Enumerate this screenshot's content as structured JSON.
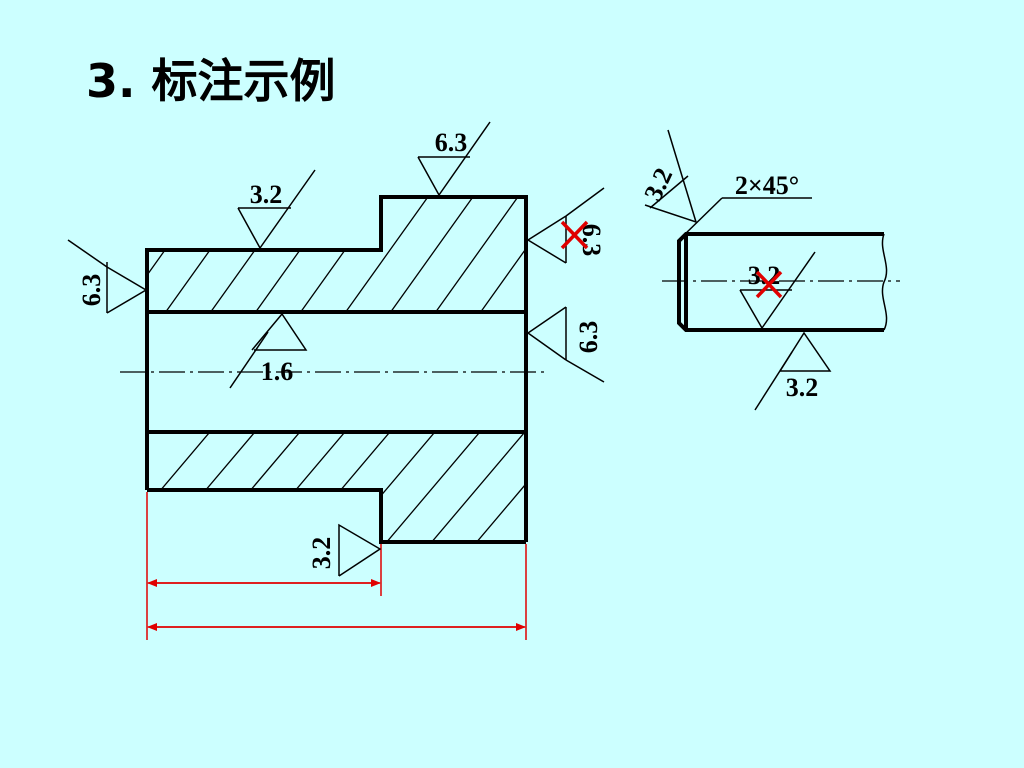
{
  "title": "3. 标注示例",
  "labels": {
    "top_step": "6.3",
    "top_left": "3.2",
    "left_face": "6.3",
    "bore": "1.6",
    "right_face_upper": "6.3",
    "right_face_lower": "6.3",
    "bottom_step": "3.2",
    "shaft_left": "3.2",
    "chamfer": "2×45°",
    "shaft_mid": "3.2",
    "shaft_bottom": "3.2"
  },
  "colors": {
    "background": "#ccffff",
    "line": "#000000",
    "dimension": "#e00000",
    "cross_mark": "#e00000"
  }
}
